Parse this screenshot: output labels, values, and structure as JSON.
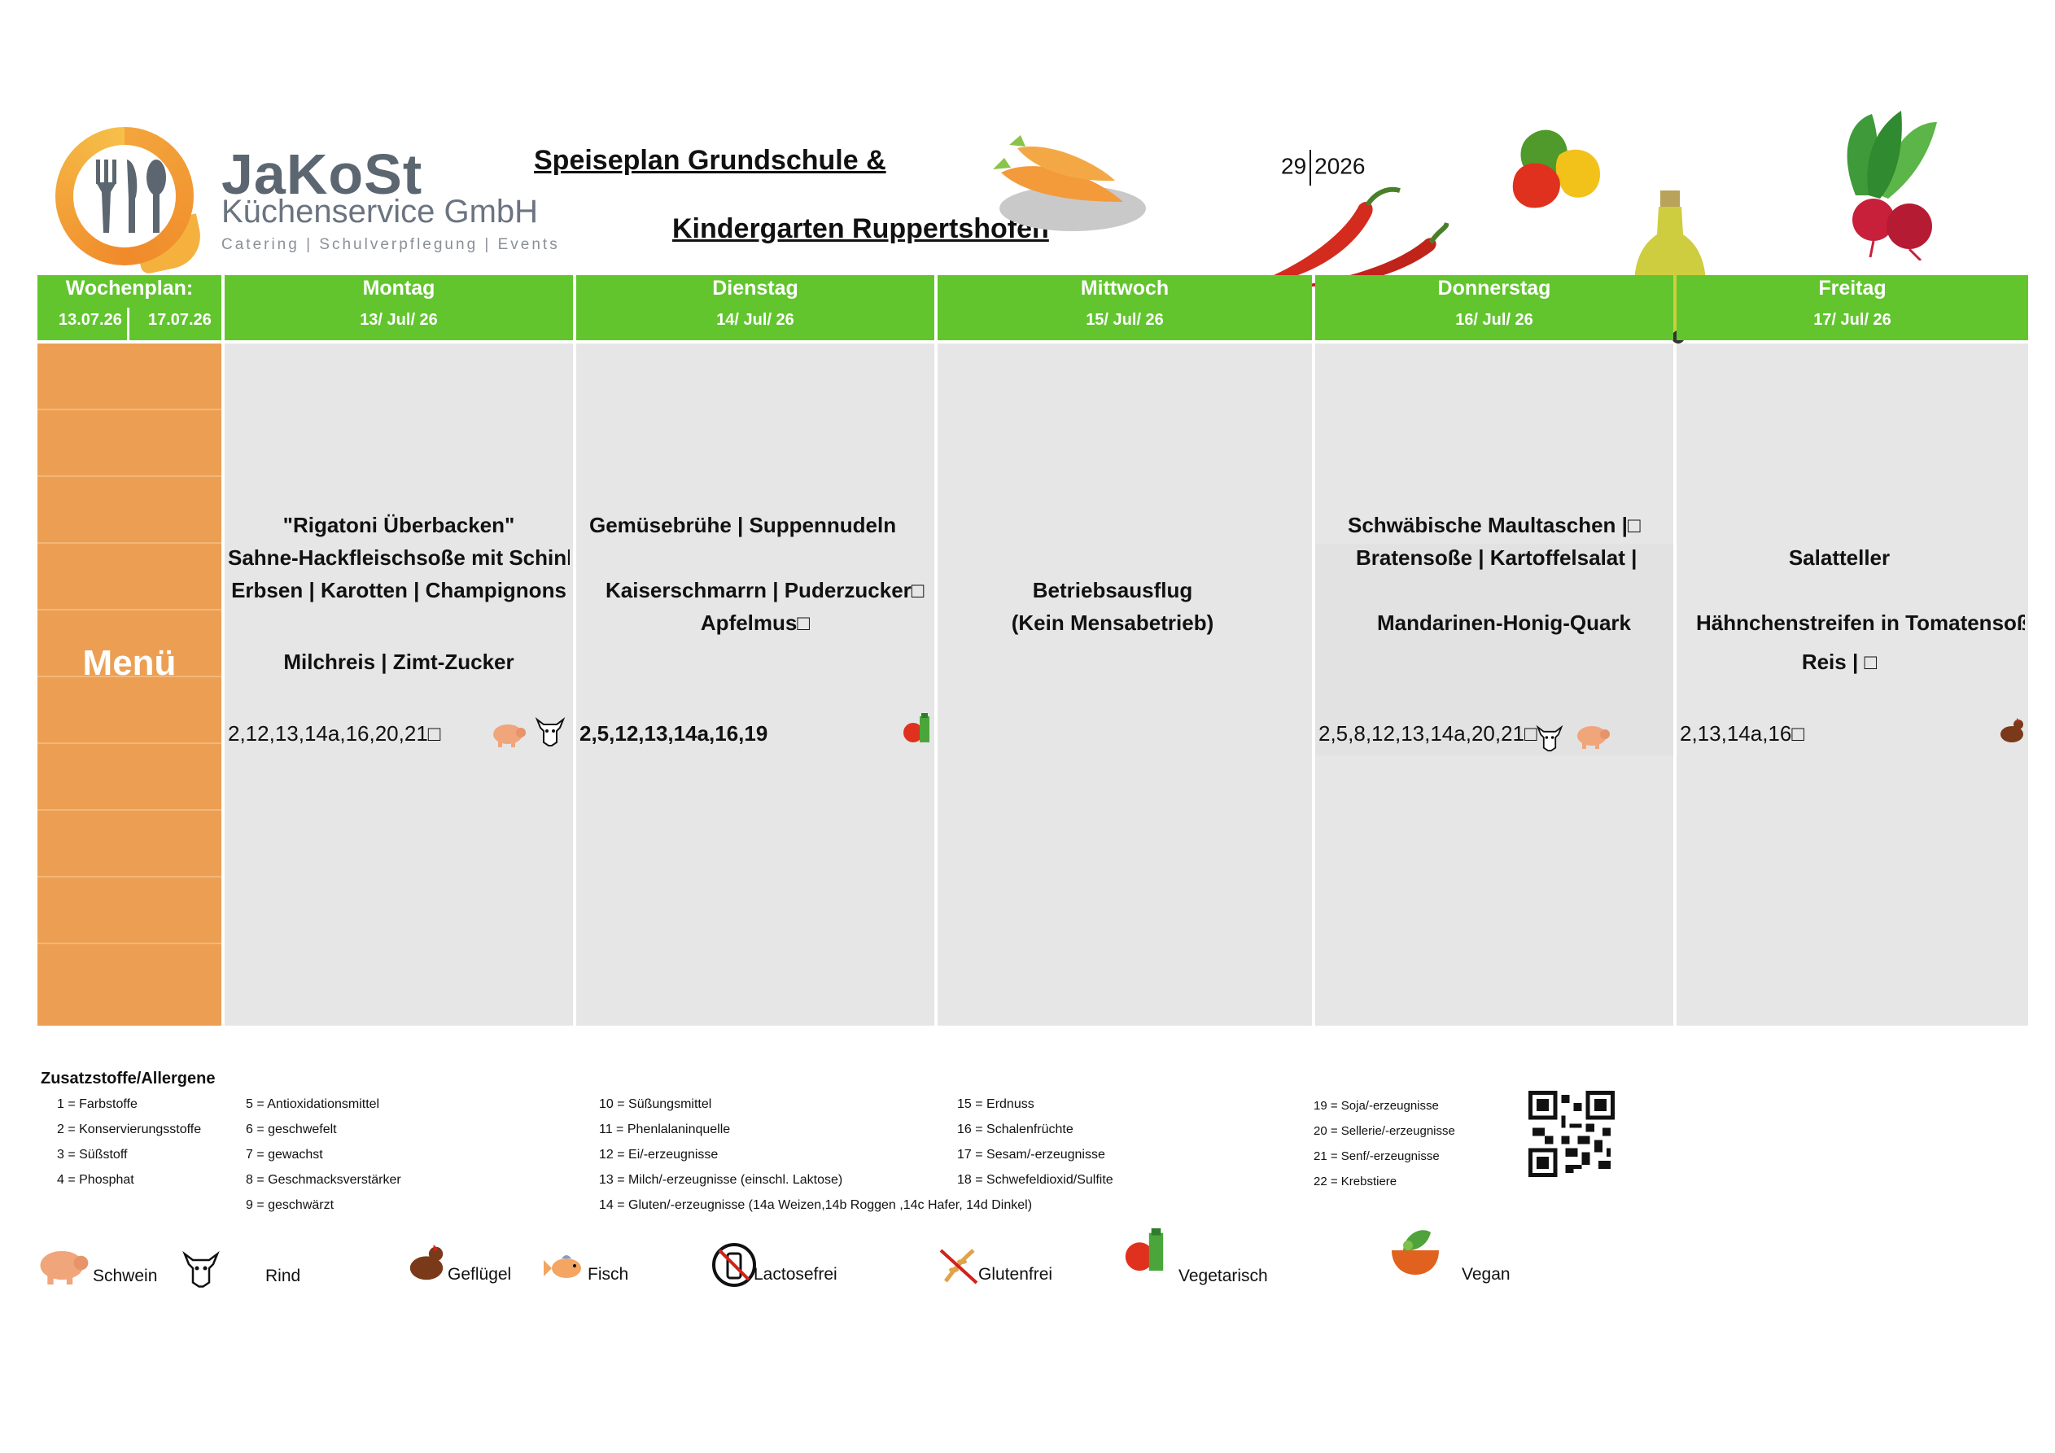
{
  "brand": {
    "name": "JaKoSt",
    "subtitle": "Küchenservice GmbH",
    "tagline": "Catering | Schulverpflegung | Events"
  },
  "title": {
    "line1": "Speiseplan Grundschule & ",
    "line2": "Kindergarten Ruppertshofen"
  },
  "week": {
    "number": "29",
    "year": "2026"
  },
  "plan": {
    "label": "Wochenplan:",
    "from": "13.07.26",
    "to": "17.07.26",
    "row_label": "Menü"
  },
  "days": [
    {
      "name": "Montag",
      "date": "13/ Jul/ 26",
      "dishes": [
        "\"Rigatoni Überbacken\"",
        "Sahne-Hackfleischsoße mit Schink",
        "Erbsen | Karotten | Champignons",
        "Milchreis | Zimt-Zucker"
      ],
      "codes": "2,12,13,14a,16,20,21□",
      "icons": [
        "pig-icon",
        "cow-icon"
      ]
    },
    {
      "name": "Dienstag",
      "date": "14/ Jul/ 26",
      "dishes": [
        "Gemüsebrühe | Suppennudeln",
        "Kaiserschmarrn  |  Puderzucker□",
        "Apfelmus□"
      ],
      "codes": "2,5,12,13,14a,16,19",
      "icons": [
        "vegetarian-icon"
      ]
    },
    {
      "name": "Mittwoch",
      "date": "15/ Jul/ 26",
      "dishes": [
        "Betriebsausflug",
        "(Kein Mensabetrieb)"
      ],
      "codes": "",
      "icons": []
    },
    {
      "name": "Donnerstag",
      "date": "16/ Jul/ 26",
      "dishes": [
        "Schwäbische Maultaschen |□",
        "Bratensoße | Kartoffelsalat |",
        "Mandarinen-Honig-Quark"
      ],
      "codes": "2,5,8,12,13,14a,20,21□",
      "icons": [
        "cow-icon",
        "pig-icon"
      ]
    },
    {
      "name": "Freitag",
      "date": "17/ Jul/ 26",
      "dishes": [
        "Salatteller",
        "Hähnchenstreifen in Tomatensoß",
        "Reis | □"
      ],
      "codes": "2,13,14a,16□",
      "icons": [
        "chicken-icon"
      ]
    }
  ],
  "legend": {
    "heading": "Zusatzstoffe/Allergene",
    "col1": [
      "1 = Farbstoffe",
      "2 = Konservierungsstoffe",
      "3 = Süßstoff",
      "4 = Phosphat"
    ],
    "col2": [
      "5 = Antioxidationsmittel",
      "6 = geschwefelt",
      "7 = gewachst",
      "8 = Geschmacksverstärker",
      "9 = geschwärzt"
    ],
    "col3": [
      "10 = Süßungsmittel",
      "11 = Phenlalaninquelle",
      "12 = Ei/-erzeugnisse",
      "13 = Milch/-erzeugnisse (einschl. Laktose)",
      "14 = Gluten/-erzeugnisse (14a Weizen,14b Roggen ,14c Hafer, 14d Dinkel)"
    ],
    "col4": [
      "15 = Erdnuss",
      "16 = Schalenfrüchte",
      "17 = Sesam/-erzeugnisse",
      "18 = Schwefeldioxid/Sulfite"
    ],
    "col5": [
      "19 = Soja/-erzeugnisse",
      "20 = Sellerie/-erzeugnisse",
      "21 = Senf/-erzeugnisse",
      "22 = Krebstiere"
    ]
  },
  "icons": {
    "schwein": "Schwein",
    "rind": "Rind",
    "gefluegel": "Geflügel",
    "fisch": "Fisch",
    "lactosefrei": "Lactosefrei",
    "glutenfrei": "Glutenfrei",
    "vegetarisch": "Vegetarisch",
    "vegan": "Vegan"
  },
  "colors": {
    "header_green": "#62c52e",
    "menu_orange": "#ec9f52",
    "cell_gray": "#e6e6e6"
  }
}
